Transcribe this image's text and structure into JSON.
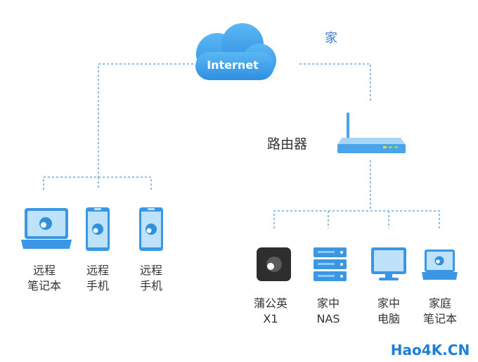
{
  "cloud": {
    "label": "Internet"
  },
  "home": {
    "label": "家"
  },
  "router": {
    "label": "路由器"
  },
  "remote_devices": [
    {
      "line1": "远程",
      "line2": "笔记本"
    },
    {
      "line1": "远程",
      "line2": "手机"
    },
    {
      "line1": "远程",
      "line2": "手机"
    }
  ],
  "home_devices": [
    {
      "line1": "蒲公英",
      "line2": "X1"
    },
    {
      "line1": "家中",
      "line2": "NAS"
    },
    {
      "line1": "家中",
      "line2": "电脑"
    },
    {
      "line1": "家庭",
      "line2": "笔记本"
    }
  ],
  "watermark": {
    "text": "Hao4K.CN"
  },
  "colors": {
    "accent": "#3a9be8",
    "line": "#8fbfe6",
    "dark": "#2e2e2e"
  }
}
